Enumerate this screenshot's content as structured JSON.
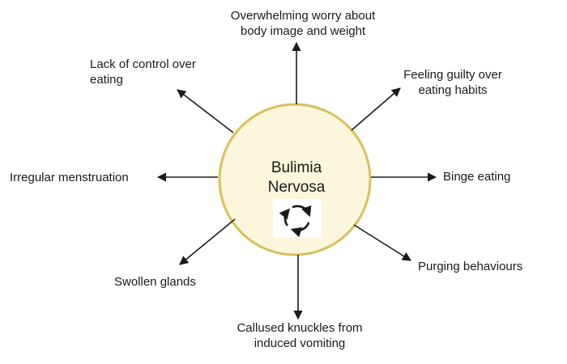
{
  "center": {
    "title_line1": "Bulimia",
    "title_line2": "Nervosa",
    "icon": "cycle-arrows-icon",
    "fill_color": "#fbf6dc",
    "border_color": "#d9c05a"
  },
  "symptoms": {
    "top": {
      "line1": "Overwhelming worry about",
      "line2": "body image and weight"
    },
    "top_right": {
      "line1": "Feeling guilty over",
      "line2": "eating habits"
    },
    "right": {
      "line1": "Binge eating"
    },
    "bottom_right": {
      "line1": "Purging behaviours"
    },
    "bottom": {
      "line1": "Callused knuckles from",
      "line2": "induced vomiting"
    },
    "bottom_left": {
      "line1": "Swollen glands"
    },
    "left": {
      "line1": "Irregular menstruation"
    },
    "top_left": {
      "line1": "Lack of control over",
      "line2": "eating"
    }
  },
  "arrow_color": "#1a1a1a"
}
